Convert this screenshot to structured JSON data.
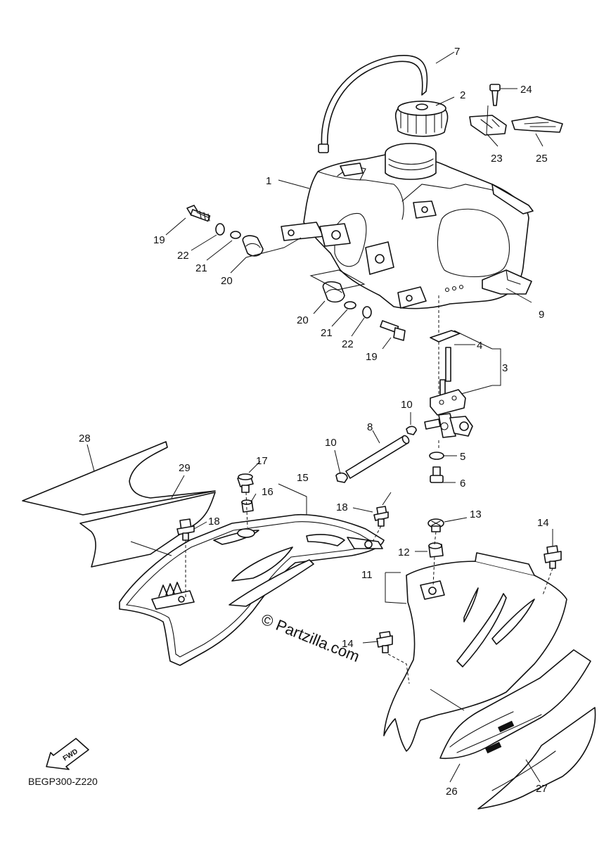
{
  "diagram": {
    "code": "BEGP300-Z220",
    "watermark": "© Partzilla.com",
    "fwd_label": "FWD",
    "callouts": {
      "c1": "1",
      "c2": "2",
      "c3": "3",
      "c4": "4",
      "c5": "5",
      "c6": "6",
      "c7": "7",
      "c8": "8",
      "c9": "9",
      "c10a": "10",
      "c10b": "10",
      "c11": "11",
      "c12": "12",
      "c13": "13",
      "c14a": "14",
      "c14b": "14",
      "c15": "15",
      "c16": "16",
      "c17": "17",
      "c18a": "18",
      "c18b": "18",
      "c19a": "19",
      "c19b": "19",
      "c20a": "20",
      "c20b": "20",
      "c21a": "21",
      "c21b": "21",
      "c22a": "22",
      "c22b": "22",
      "c23": "23",
      "c24": "24",
      "c25": "25",
      "c26": "26",
      "c27": "27",
      "c28": "28",
      "c29": "29"
    }
  }
}
